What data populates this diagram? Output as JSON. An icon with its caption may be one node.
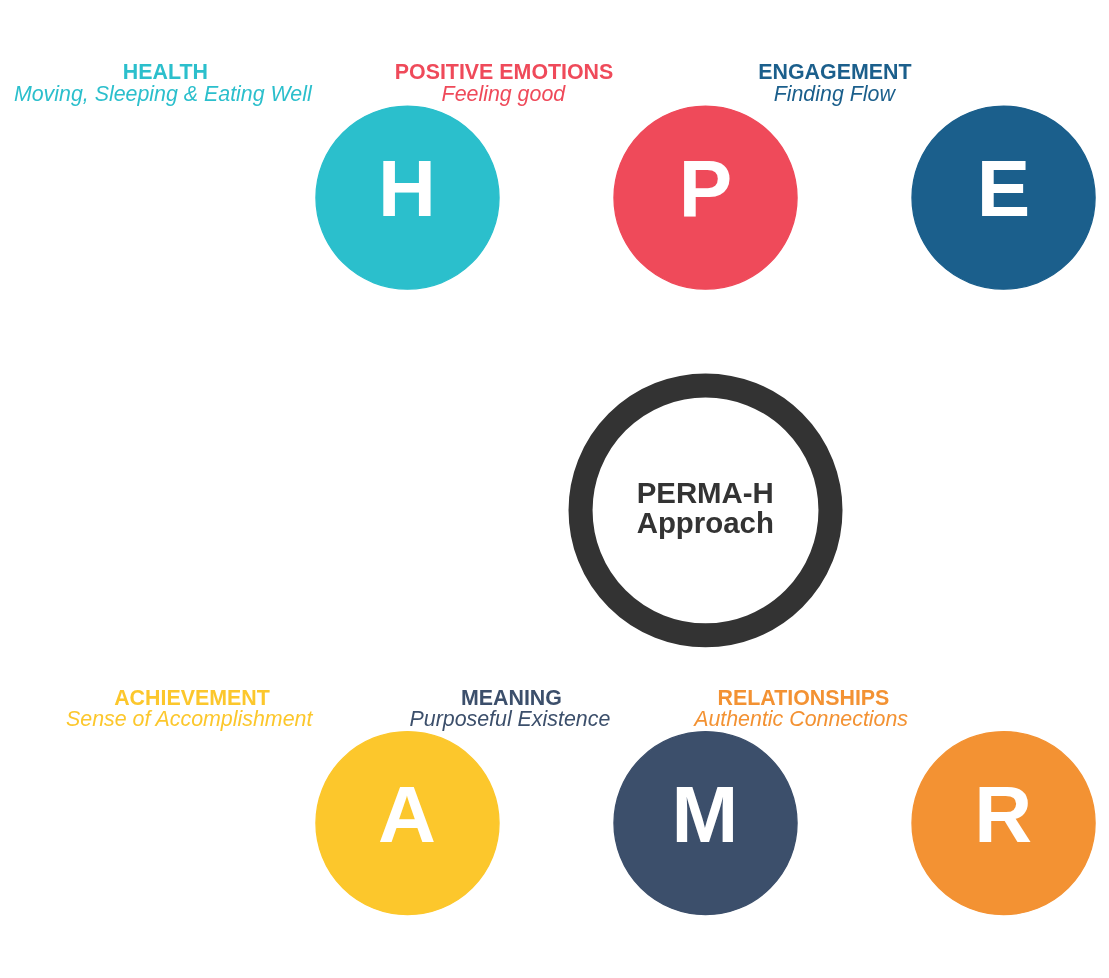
{
  "diagram": {
    "nodes": [
      {
        "text": [
          "P"
        ],
        "beside": [
          "POSITIVE EMOTIONS",
          "Feeling good"
        ]
      },
      {
        "text": [
          "H"
        ],
        "beside": [
          "HEALTH",
          "Moving, Sleeping & Eating Well"
        ]
      },
      {
        "text": [
          "E"
        ],
        "beside": [
          "ENGAGEMENT",
          "Finding Flow"
        ]
      },
      {
        "text": [
          "PERMA-H Approach"
        ]
      },
      {
        "text": [
          "A"
        ],
        "beside": [
          "ACHIEVEMENT",
          "Sense of Accomplishment"
        ]
      },
      {
        "text": [
          "R"
        ],
        "beside": [
          "RELATIONSHIPS",
          "Authentic Connections"
        ]
      },
      {
        "text": [
          "M"
        ],
        "beside": [
          "MEANING",
          "Purposeful Existence"
        ]
      }
    ],
    "edges": []
  }
}
